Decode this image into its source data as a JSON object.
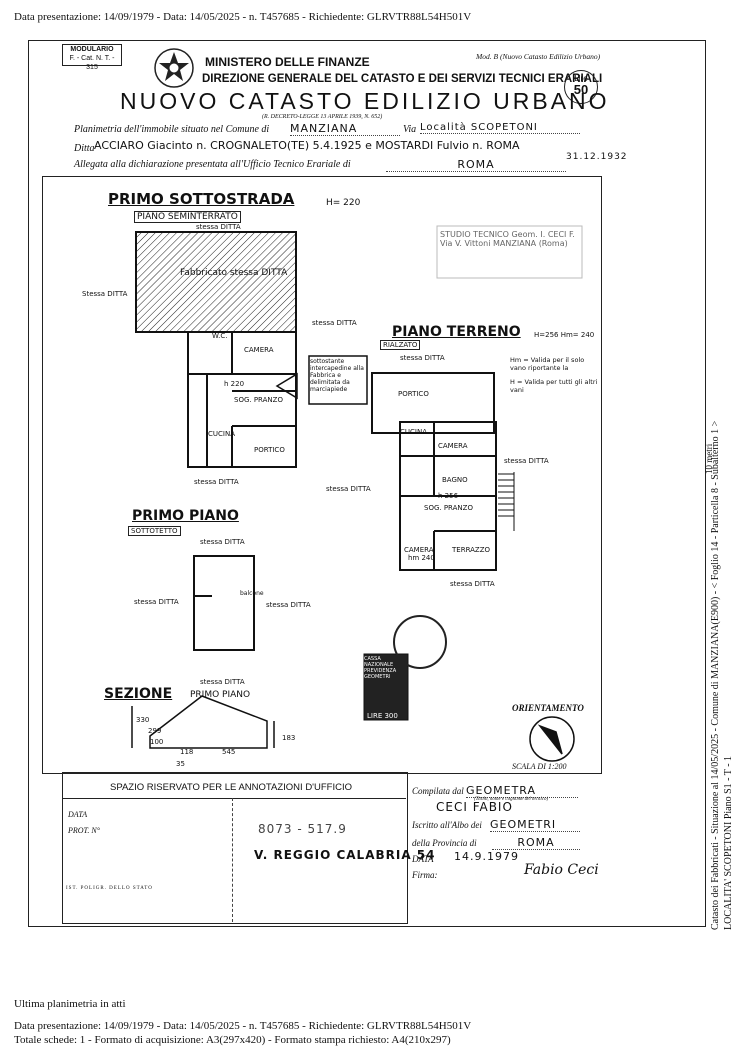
{
  "header_line": "Data presentazione: 14/09/1979 - Data: 14/05/2025 - n. T457685 - Richiedente: GLRVTR88L54H501V",
  "modulario": {
    "line1": "MODULARIO",
    "line2": "F. - Cat. N. T. - 315"
  },
  "ministry": "MINISTERO DELLE FINANZE",
  "direction": "DIREZIONE GENERALE DEL CATASTO E DEI SERVIZI TECNICI ERARIALI",
  "mod_b": "Mod. B (Nuovo Catasto Edilizio Urbano)",
  "title": "NUOVO CATASTO EDILIZIO URBANO",
  "decree": "(R. DECRETO-LEGGE 13 APRILE 1939, N. 652)",
  "lire": {
    "label": "Lire",
    "value": "50"
  },
  "form": {
    "planimetria_label": "Planimetria dell'immobile situato nel Comune di",
    "comune": "MANZIANA",
    "via_label": "Via",
    "via": "Località SCOPETONI",
    "ditta_label": "Ditta",
    "ditta": "ACCIARO Giacinto n. CROGNALETO(TE) 5.4.1925 e MOSTARDI Fulvio n. ROMA",
    "ditta_date": "31.12.1932",
    "allegata_label": "Allegata alla dichiarazione presentata all'Ufficio Tecnico Erariale di",
    "ufficio": "ROMA"
  },
  "plan": {
    "primo_sottostrada": "PRIMO SOTTOSTRADA",
    "h_sottostrada": "H= 220",
    "piano_seminterrato": "PIANO SEMINTERRATO",
    "stessa_ditta": "stessa DITTA",
    "fabbricato": "Fabbricato stessa DITTA",
    "stessa_ditta_cap": "Stessa DITTA",
    "wc": "W.C.",
    "camera": "CAMERA",
    "h220": "h 220",
    "soggiorno": "SOG. PRANZO",
    "cucina": "CUCINA",
    "portico": "PORTICO",
    "sottostante": "sottostante intercapedine alla Fabbrica e delimitata da marciapiede",
    "stamp_text": "STUDIO TECNICO Geom. I. CECI F. Via V. Vittoni MANZIANA (Roma)",
    "piano_terreno": "PIANO TERRENO",
    "h_terreno": "H=256 Hm= 240",
    "rialzato": "RIALZATO",
    "hm_note": "Hm = Valida per il solo vano riportante la",
    "h_note": "H = Valida per tutti gli altri vani",
    "bagno": "BAGNO",
    "h256": "h 256",
    "hm240": "hm 240",
    "terrazzo": "TERRAZZO",
    "primo_piano": "PRIMO PIANO",
    "sottotetto": "SOTTOTETTO",
    "balcone": "balcone",
    "sezione": "SEZIONE",
    "sezione_sub": "PRIMO PIANO",
    "dims": [
      "330",
      "299",
      "100",
      "118",
      "545",
      "35",
      "183"
    ],
    "orientamento": "ORIENTAMENTO",
    "scala": "SCALA DI 1:200",
    "fiscal_stamp": "LIRE 300",
    "marca_text": "CASSA NAZIONALE PREVIDENZA GEOMETRI"
  },
  "notes": {
    "title": "SPAZIO RISERVATO PER LE ANNOTAZIONI D'UFFICIO",
    "data_label": "DATA",
    "prot_label": "PROT. N°",
    "stamp1": "8073 - 517.9",
    "stamp2": "V. REGGIO CALABRIA 54",
    "printer": "IST. POLIGR. DELLO STATO"
  },
  "signature": {
    "compilata_label": "Compilata dal",
    "title_value": "GEOMETRA",
    "subtitle": "(Titolo, nome e cognome del tecnico)",
    "name": "CECI FABIO",
    "albo_label": "Iscritto all'Albo dei",
    "albo": "GEOMETRI",
    "provincia_label": "della Provincia di",
    "provincia": "ROMA",
    "data_label": "DATA",
    "data": "14.9.1979",
    "firma_label": "Firma:",
    "firma": "Fabio Ceci"
  },
  "side_text": {
    "line1": "Catasto dei Fabbricati - Situazione al 14/05/2025 - Comune di MANZIANA(E900) - < Foglio 14 - Particella 8 - Subalterno 1 >",
    "line2": "LOCALITA' SCOPETONI Piano S1 - T - 1",
    "right_mark": "10 metri"
  },
  "footer": {
    "line1": "Ultima planimetria in atti",
    "line2": "Data presentazione: 14/09/1979 - Data: 14/05/2025 - n. T457685 - Richiedente: GLRVTR88L54H501V",
    "line3": "Totale schede: 1 - Formato di acquisizione: A3(297x420) - Formato stampa richiesto: A4(210x297)"
  }
}
